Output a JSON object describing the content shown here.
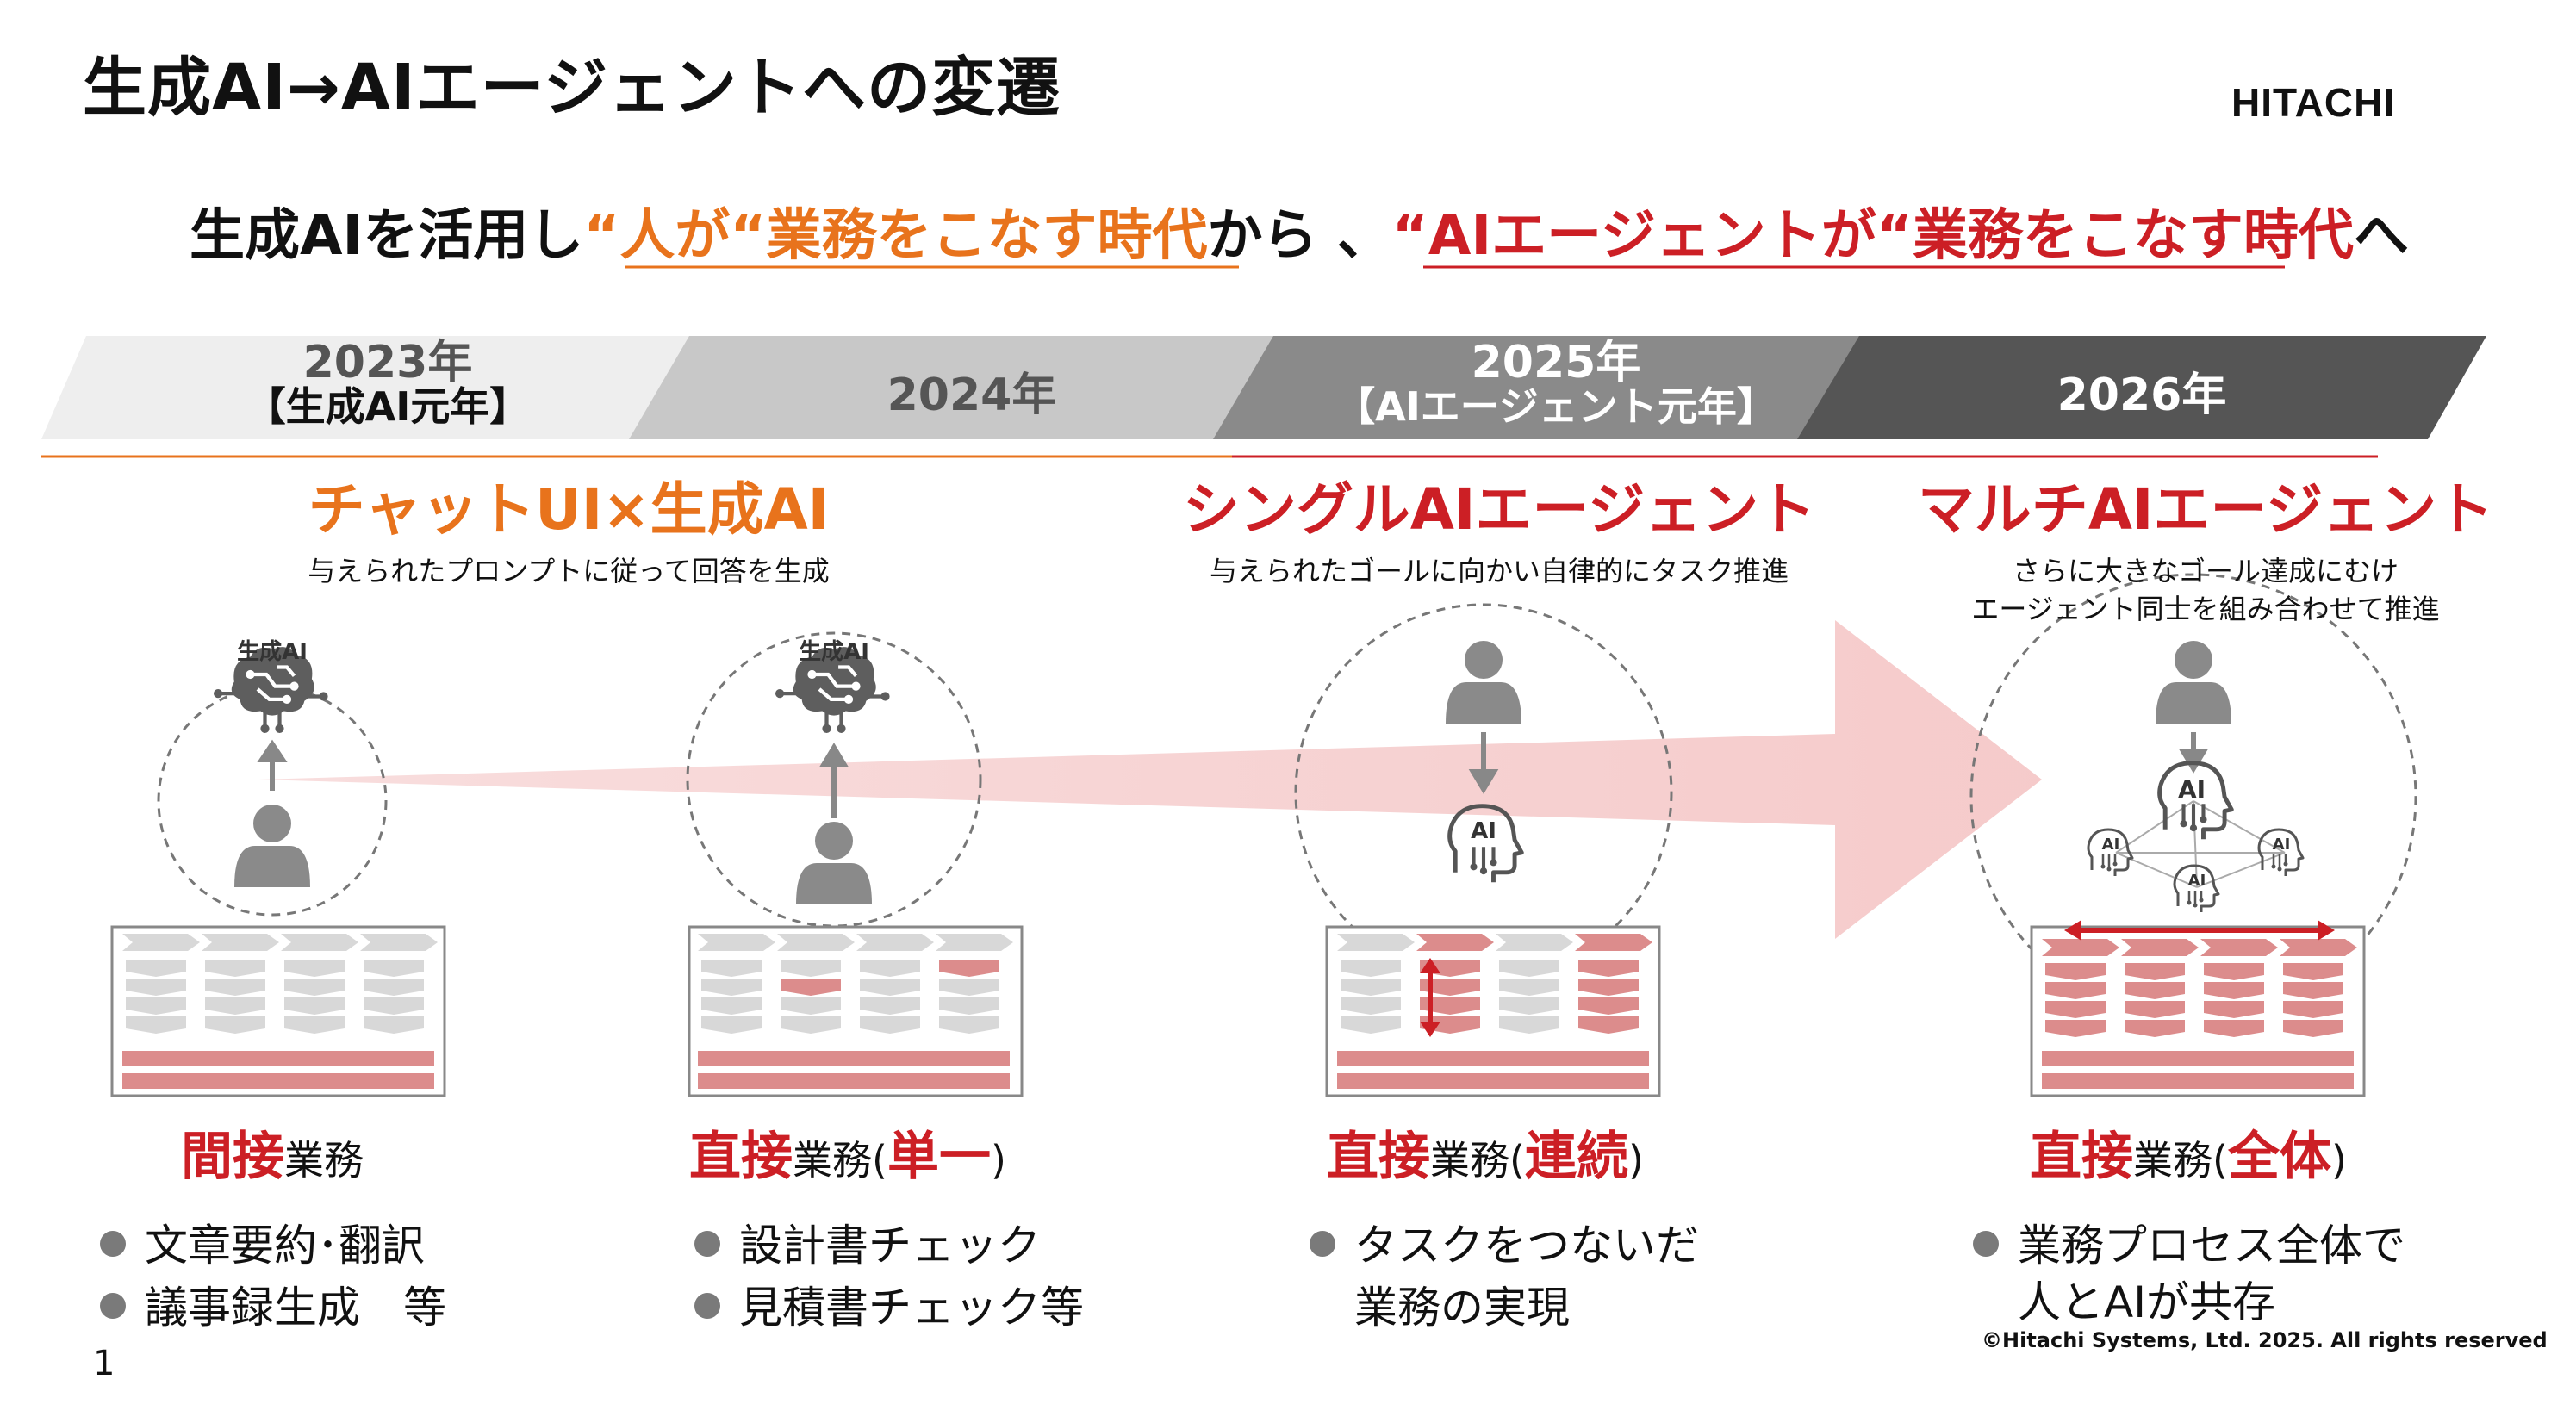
{
  "page_title": "生成AI→AIエージェントへの変遷",
  "logo": "HITACHI",
  "subtitle": {
    "prefix": "生成AIを活用し",
    "phrase1": "“人が“業務をこなす時代",
    "middle": "から 、",
    "phrase2": "“AIエージェントが“業務をこなす時代",
    "suffix": "へ"
  },
  "timeline": [
    {
      "year": "2023年",
      "tag": "【生成AI元年】"
    },
    {
      "year": "2024年",
      "tag": ""
    },
    {
      "year": "2025年",
      "tag": "【AIエージェント元年】"
    },
    {
      "year": "2026年",
      "tag": ""
    }
  ],
  "stages": [
    {
      "title": "チャットUI×生成AI",
      "desc1": "与えられたプロンプトに従って回答を生成",
      "desc2": ""
    },
    {
      "title": "シングルAIエージェント",
      "desc1": "与えられたゴールに向かい自律的にタスク推進",
      "desc2": ""
    },
    {
      "title": "マルチAIエージェント",
      "desc1": "さらに大きなゴール達成にむけ",
      "desc2": "エージェント同士を組み合わせて推進"
    }
  ],
  "ai_labels": {
    "genai": "生成AI",
    "ai": "AI"
  },
  "columns": [
    {
      "biz_strong": "間接",
      "biz_rest": "業務",
      "biz_paren": "",
      "bullets": [
        "文章要約･翻訳",
        "議事録生成　等"
      ]
    },
    {
      "biz_strong": "直接",
      "biz_rest": "業務(",
      "biz_paren": "単一",
      "biz_close": ")",
      "bullets": [
        "設計書チェック",
        "見積書チェック等"
      ]
    },
    {
      "biz_strong": "直接",
      "biz_rest": "業務(",
      "biz_paren": "連続",
      "biz_close": ")",
      "bullets": [
        "タスクをつないだ",
        "業務の実現"
      ]
    },
    {
      "biz_strong": "直接",
      "biz_rest": "業務(",
      "biz_paren": "全体",
      "biz_close": ")",
      "bullets": [
        "業務プロセス全体で",
        "人とAIが共存"
      ]
    }
  ],
  "copyright": "©Hitachi Systems, Ltd. 2025. All rights reserved",
  "page_number": "1",
  "colors": {
    "orange": "#e8731c",
    "red": "#cc1f25",
    "pink": "#f4c4c4",
    "gray_icon": "#8a8a8a"
  }
}
